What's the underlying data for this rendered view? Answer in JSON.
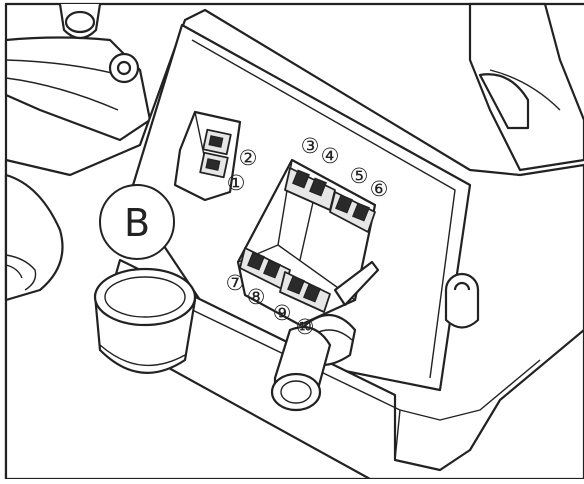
{
  "callout": {
    "label": "B"
  },
  "terminals": [
    {
      "id": "t1",
      "label": "①"
    },
    {
      "id": "t2",
      "label": "②"
    },
    {
      "id": "t3",
      "label": "③"
    },
    {
      "id": "t4",
      "label": "④"
    },
    {
      "id": "t5",
      "label": "⑤"
    },
    {
      "id": "t6",
      "label": "⑥"
    },
    {
      "id": "t7",
      "label": "⑦"
    },
    {
      "id": "t8",
      "label": "⑧"
    },
    {
      "id": "t9",
      "label": "⑨"
    },
    {
      "id": "t10",
      "label": "⑩"
    }
  ]
}
